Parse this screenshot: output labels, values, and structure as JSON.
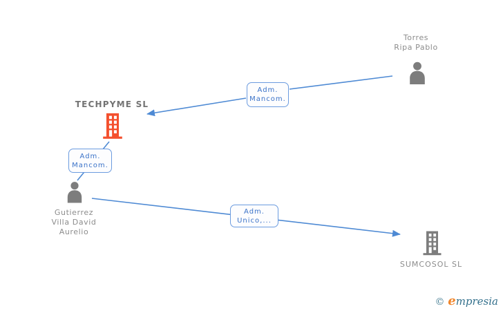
{
  "diagram_type": "corporate-relationship-graph",
  "colors": {
    "edge": "#4e8ad4",
    "box_border": "#6b9bdf",
    "box_text": "#3a72c8",
    "person_gray": "#7d7d7d",
    "building_gray": "#7d7d7d",
    "building_orange": "#f4502e",
    "label_gray": "#8c8c8c",
    "main_company_text": "#737373",
    "brand_orange": "#f0862c",
    "brand_teal": "#33708c"
  },
  "icons": {
    "person": "person-silhouette-icon",
    "company": "building-icon"
  },
  "nodes": {
    "torres": {
      "type": "person",
      "name_line1": "Torres",
      "name_line2": "Ripa Pablo"
    },
    "techpyme": {
      "type": "company",
      "name": "TECHPYME SL",
      "highlighted": true
    },
    "gutierrez": {
      "type": "person",
      "name_line1": "Gutierrez",
      "name_line2": "Villa David",
      "name_line3": "Aurelio"
    },
    "sumcosol": {
      "type": "company",
      "name": "SUMCOSOL SL"
    }
  },
  "edges": {
    "torres_techpyme": {
      "label_line1": "Adm.",
      "label_line2": "Mancom.",
      "from": "Torres Ripa Pablo",
      "to": "TECHPYME SL"
    },
    "gutierrez_techpyme": {
      "label_line1": "Adm.",
      "label_line2": "Mancom.",
      "from": "Gutierrez Villa David Aurelio",
      "to": "TECHPYME SL"
    },
    "gutierrez_sumcosol": {
      "label_line1": "Adm.",
      "label_line2": "Unico,...",
      "from": "Gutierrez Villa David Aurelio",
      "to": "SUMCOSOL SL"
    }
  },
  "watermark": {
    "copyright_symbol": "©",
    "brand_initial": "e",
    "brand_rest": "mpresia"
  }
}
